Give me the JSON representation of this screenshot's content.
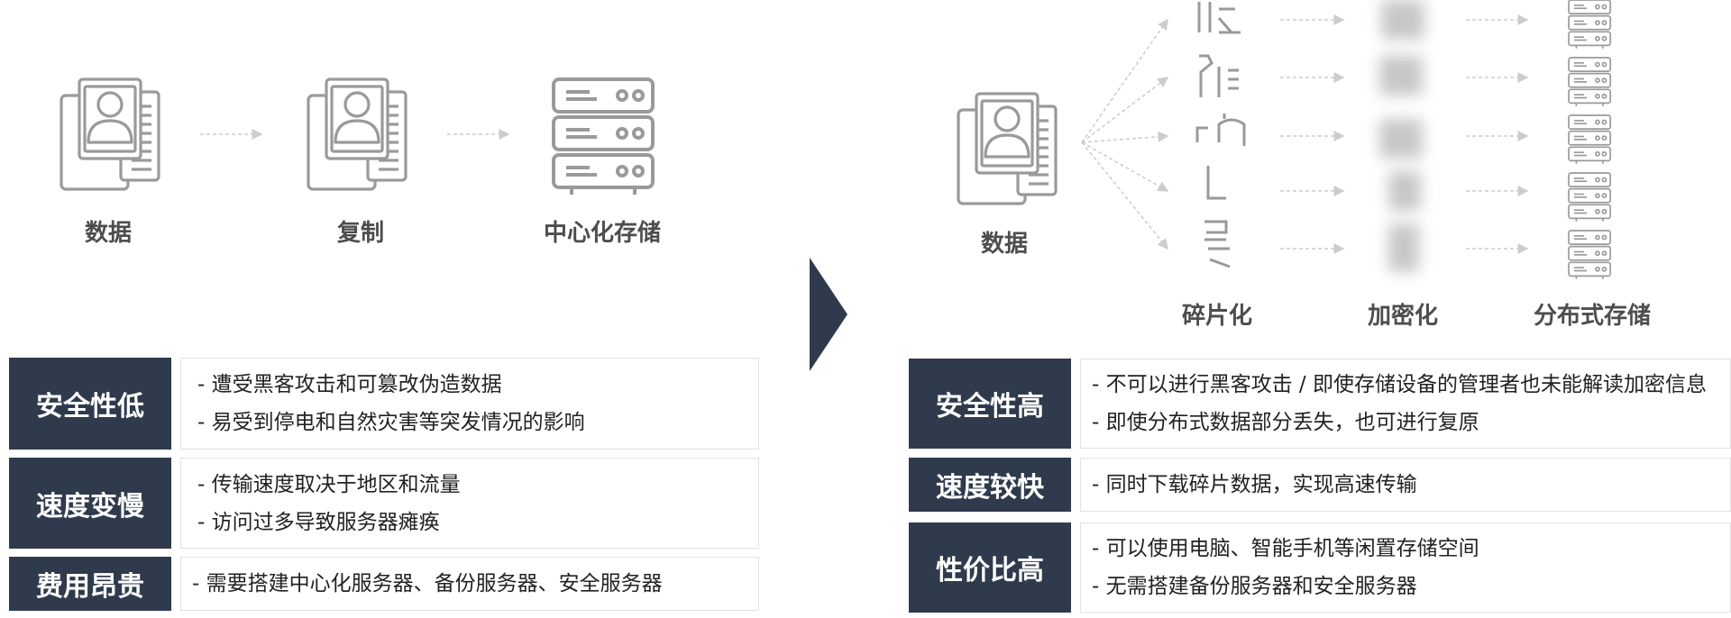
{
  "left": {
    "steps": [
      {
        "label": "数据",
        "icon": "document-user-icon"
      },
      {
        "label": "复制",
        "icon": "document-user-icon"
      },
      {
        "label": "中心化存储",
        "icon": "server-icon"
      }
    ],
    "rows": [
      {
        "category": "安全性低",
        "lines": [
          "- 遭受黑客攻击和可篡改伪造数据",
          "- 易受到停电和自然灾害等突发情况的影响"
        ]
      },
      {
        "category": "速度变慢",
        "lines": [
          "- 传输速度取决于地区和流量",
          "- 访问过多导致服务器瘫痪"
        ]
      },
      {
        "category": "费用昂贵",
        "lines": [
          "- 需要搭建中心化服务器、备份服务器、安全服务器"
        ]
      }
    ]
  },
  "right": {
    "source_label": "数据",
    "stage_labels": [
      "碎片化",
      "加密化",
      "分布式存储"
    ],
    "rows": [
      {
        "category": "安全性高",
        "lines": [
          "- 不可以进行黑客攻击 / 即使存储设备的管理者也未能解读加密信息",
          "- 即使分布式数据部分丢失，也可进行复原"
        ]
      },
      {
        "category": "速度较快",
        "lines": [
          "- 同时下载碎片数据，实现高速传输"
        ]
      },
      {
        "category": "性价比高",
        "lines": [
          "- 可以使用电脑、智能手机等闲置存储空间",
          "- 无需搭建备份服务器和安全服务器"
        ]
      }
    ]
  },
  "colors": {
    "dark": "#2f3a4c",
    "icon": "#9a9a9a",
    "arrow": "#cccccc"
  }
}
